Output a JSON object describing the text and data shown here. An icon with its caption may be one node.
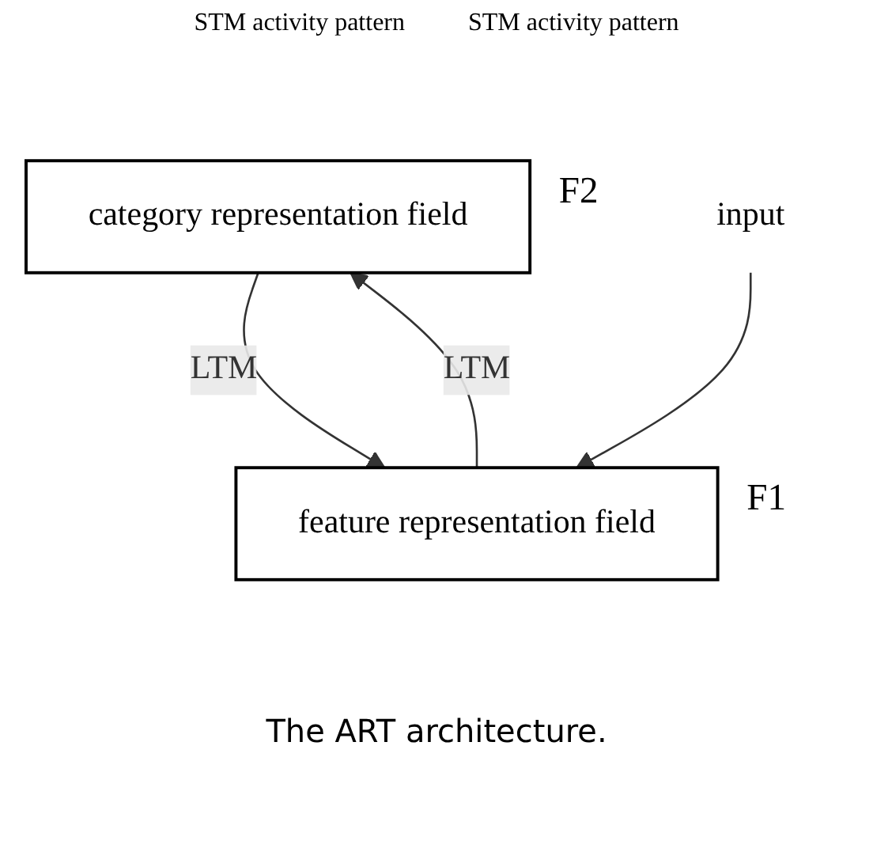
{
  "diagram": {
    "caption": "The ART architecture.",
    "nodes": [
      {
        "text": [
          "category representation field"
        ],
        "beside": [
          "F2"
        ]
      },
      {
        "text": [
          "feature representation field"
        ],
        "beside": [
          "F1"
        ]
      },
      {
        "text": [
          "input"
        ]
      }
    ],
    "edges": [
      {
        "from": 0,
        "to": 1,
        "arrow": "to",
        "label": "LTM"
      },
      {
        "from": 1,
        "to": 0,
        "arrow": "to",
        "label": "LTM"
      },
      {
        "from": 2,
        "to": 1,
        "arrow": "to"
      }
    ],
    "labels": [
      "STM activity pattern",
      "STM activity pattern"
    ]
  }
}
